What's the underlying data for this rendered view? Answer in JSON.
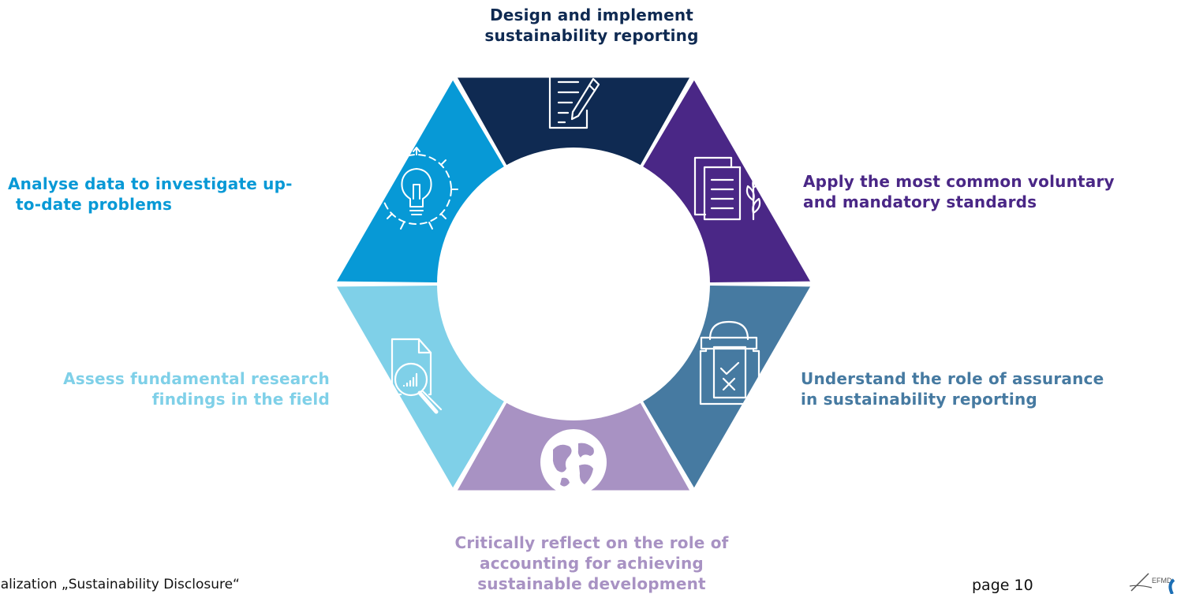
{
  "segments": [
    {
      "id": "design",
      "lines": [
        "Design and implement",
        "sustainability reporting"
      ],
      "color": "#0f2a52",
      "icon": "document-pen-icon"
    },
    {
      "id": "apply",
      "lines": [
        "Apply the most common voluntary",
        "and mandatory standards"
      ],
      "color": "#4a2786",
      "icon": "documents-leaf-icon"
    },
    {
      "id": "assurance",
      "lines": [
        "Understand the role of assurance",
        "in sustainability reporting"
      ],
      "color": "#467aa1",
      "icon": "clipboard-check-icon"
    },
    {
      "id": "reflect",
      "lines": [
        "Critically reflect on the role of",
        "accounting for achieving",
        "sustainable development"
      ],
      "color": "#a892c3",
      "icon": "globe-icon"
    },
    {
      "id": "assess",
      "lines": [
        "Assess fundamental research",
        "findings in the field"
      ],
      "color": "#7fd0e8",
      "icon": "magnifier-report-icon"
    },
    {
      "id": "analyse",
      "lines": [
        "Analyse data to investigate up-",
        "to-date problems"
      ],
      "color": "#0799d6",
      "icon": "lightbulb-arrows-icon"
    }
  ],
  "footer": {
    "left_text": "ialization „Sustainability Disclosure“",
    "page_label": "page 10",
    "logo_text": "EFMD"
  }
}
